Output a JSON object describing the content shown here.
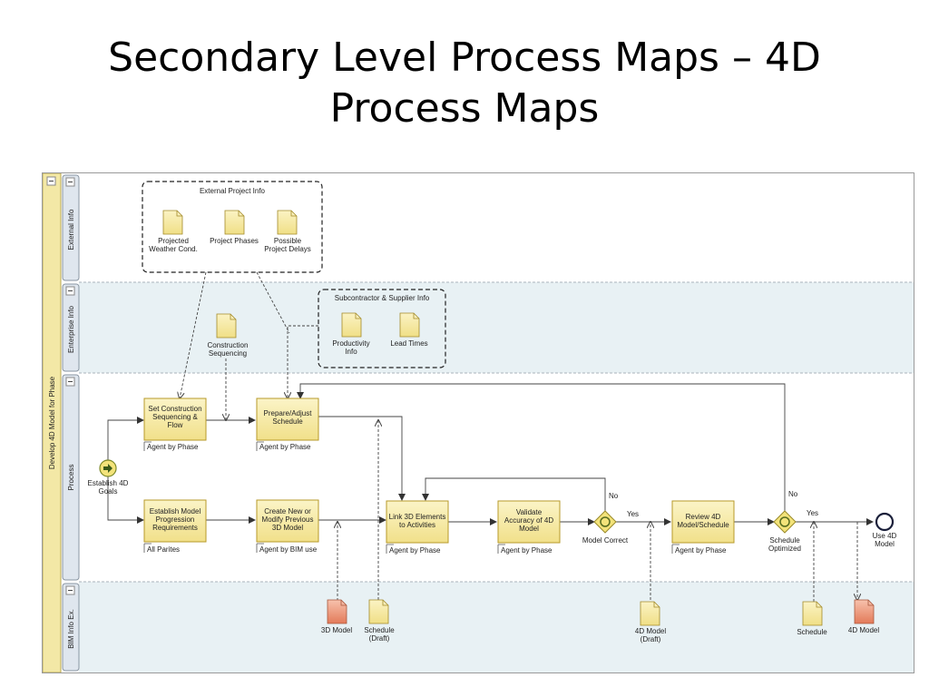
{
  "slide": {
    "title_line1": "Secondary Level Process Maps – 4D",
    "title_line2": "Process Maps"
  },
  "pool": {
    "label": "Develop 4D Model for Phase"
  },
  "lanes": {
    "external": "External Info",
    "enterprise": "Enterprise Info",
    "process": "Process",
    "bim": "BIM Info Ex."
  },
  "groups": {
    "external": "External Project Info",
    "subcontractor": "Subcontractor & Supplier Info"
  },
  "docs": {
    "weather": [
      "Projected",
      "Weather Cond."
    ],
    "phases": [
      "Project Phases"
    ],
    "delays": [
      "Possible",
      "Project Delays"
    ],
    "sequencing": [
      "Construction",
      "Sequencing"
    ],
    "productivity": [
      "Productivity",
      "Info"
    ],
    "leadtimes": [
      "Lead Times"
    ],
    "model3d": [
      "3D Model"
    ],
    "schedule_draft": [
      "Schedule",
      "(Draft)"
    ],
    "model4d_draft": [
      "4D Model",
      "(Draft)"
    ],
    "schedule": [
      "Schedule"
    ],
    "model4d": [
      "4D Model"
    ]
  },
  "tasks": {
    "set_seq": {
      "label": [
        "Set Construction",
        "Sequencing &",
        "Flow"
      ],
      "agent": "Agent by Phase"
    },
    "prep_sched": {
      "label": [
        "Prepare/Adjust",
        "Schedule"
      ],
      "agent": "Agent by Phase"
    },
    "est_model": {
      "label": [
        "Establish Model",
        "Progression",
        "Requirements"
      ],
      "agent": "All Parites"
    },
    "create_model": {
      "label": [
        "Create New or",
        "Modify Previous",
        "3D Model"
      ],
      "agent": "Agent by BIM use"
    },
    "link": {
      "label": [
        "Link 3D Elements",
        "to Activities"
      ],
      "agent": "Agent by Phase"
    },
    "validate": {
      "label": [
        "Validate",
        "Accuracy of 4D",
        "Model"
      ],
      "agent": "Agent by Phase"
    },
    "review": {
      "label": [
        "Review 4D",
        "Model/Schedule"
      ],
      "agent": "Agent by Phase"
    }
  },
  "events": {
    "start": [
      "Establish 4D",
      "Goals"
    ],
    "end": [
      "Use 4D",
      "Model"
    ]
  },
  "gateways": {
    "correct": {
      "label": [
        "Model Correct"
      ],
      "no": "No",
      "yes": "Yes"
    },
    "optimized": {
      "label": [
        "Schedule",
        "Optimized"
      ],
      "no": "No",
      "yes": "Yes"
    }
  },
  "colors": {
    "task_fill": "#f7eeb0",
    "task_stroke": "#b79a2a",
    "doc_fill": "#f7eeb0",
    "doc_red": "#e9876a",
    "lane_tint": "#e8f1f4",
    "lane_header": "#dfe6ee",
    "pool_header": "#f3e8a6"
  }
}
